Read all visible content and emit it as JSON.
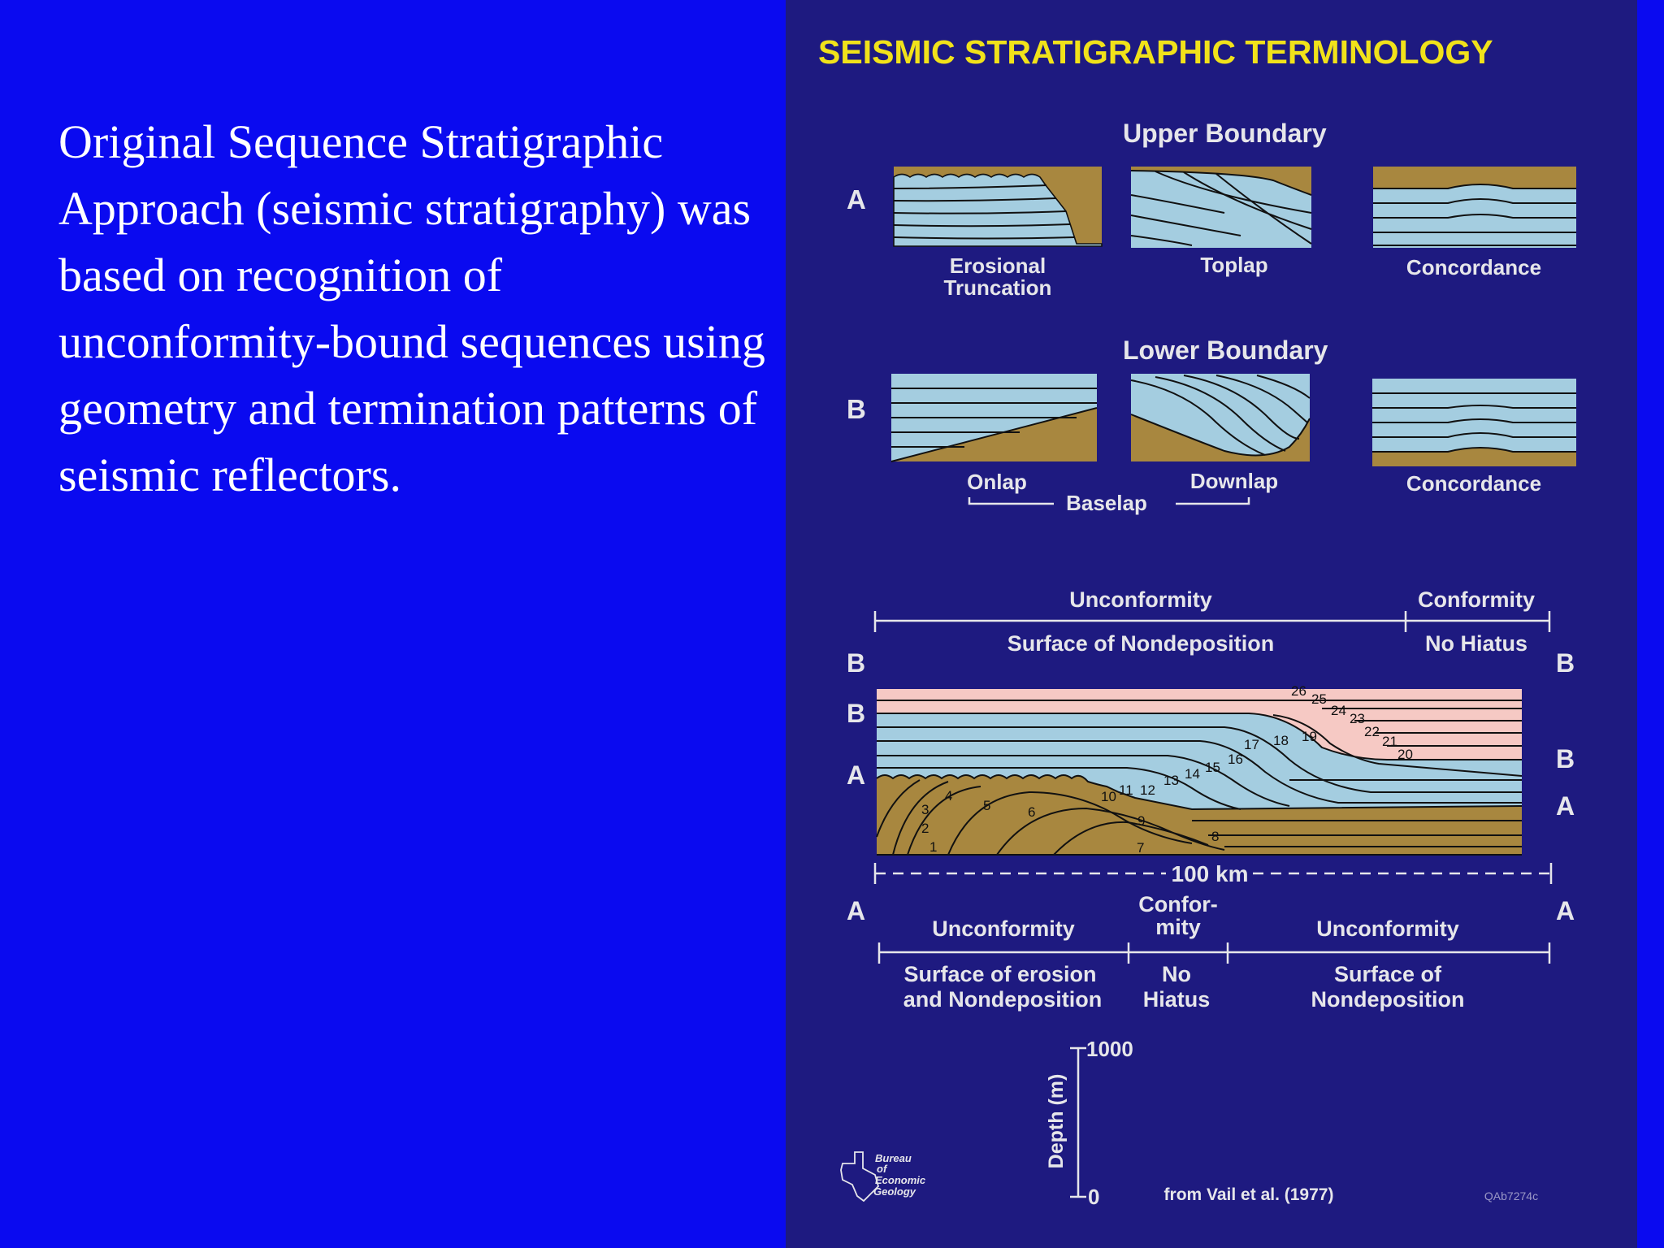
{
  "slide": {
    "paragraph": "Original Sequence Stratigraphic Approach (seismic stratigraphy) was based on recognition of unconformity-bound sequences using geometry and termination patterns of seismic reflectors."
  },
  "figure": {
    "title": "SEISMIC STRATIGRAPHIC TERMINOLOGY",
    "upper_boundary": {
      "heading": "Upper Boundary",
      "row_letter": "A",
      "panels": [
        "Erosional",
        "Truncation",
        "Toplap",
        "Concordance"
      ]
    },
    "lower_boundary": {
      "heading": "Lower Boundary",
      "row_letter": "B",
      "panels": [
        "Onlap",
        "Downlap",
        "Concordance"
      ],
      "group_label": "Baselap"
    },
    "cross_section": {
      "top_left_label": "Unconformity",
      "top_left_sub": "Surface of Nondeposition",
      "top_right_label": "Conformity",
      "top_right_sub": "No Hiatus",
      "letters": {
        "b": "B",
        "a": "A"
      },
      "scale_label": "100 km",
      "bottom_labels": {
        "left": "Unconformity",
        "left_sub1": "Surface of erosion",
        "left_sub2": "and Nondeposition",
        "mid1": "Confor-",
        "mid2": "mity",
        "mid_sub1": "No",
        "mid_sub2": "Hiatus",
        "right": "Unconformity",
        "right_sub1": "Surface of",
        "right_sub2": "Nondeposition"
      },
      "reflector_numbers": [
        "1",
        "2",
        "3",
        "4",
        "5",
        "6",
        "7",
        "8",
        "9",
        "10",
        "11",
        "12",
        "13",
        "14",
        "15",
        "16",
        "17",
        "18",
        "19",
        "20",
        "21",
        "22",
        "23",
        "24",
        "25",
        "26"
      ]
    },
    "depth_scale": {
      "label": "Depth (m)",
      "top": "1000",
      "bottom": "0"
    },
    "logo": {
      "lines": [
        "Bureau",
        "of",
        "Economic",
        "Geology"
      ]
    },
    "credit": "from Vail et al. (1977)",
    "code": "QAb7274c",
    "colors": {
      "background": "#0a0af0",
      "panel": "#1e1a80",
      "title": "#f1e21a",
      "water": "#a4cde0",
      "sediment": "#a8873f",
      "pink": "#f6c9c4"
    }
  }
}
